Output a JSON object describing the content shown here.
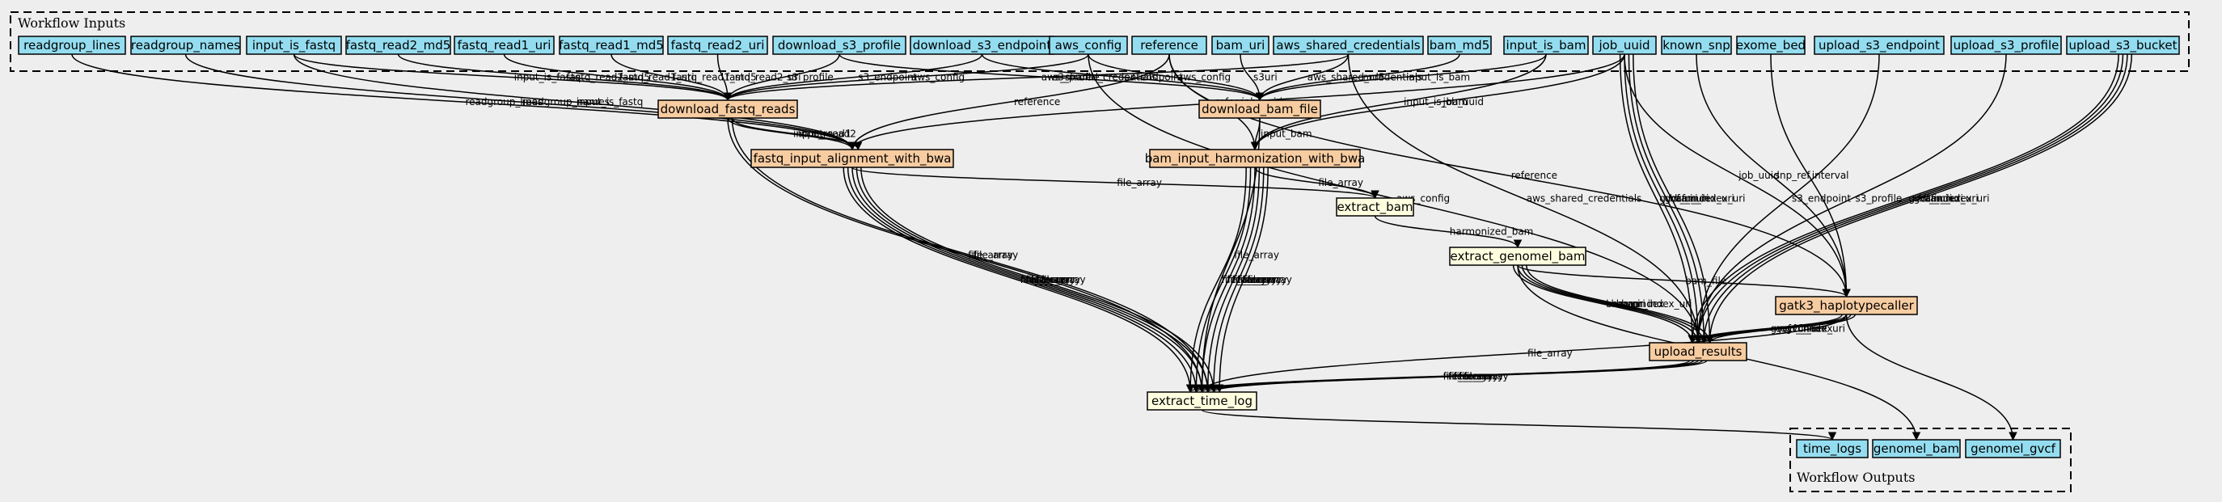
{
  "colors": {
    "background": "#eeeeee",
    "input": "#94ddf0",
    "step": "#f7cca1",
    "expression": "#ffffe0",
    "output": "#94ddf0",
    "edge": "#000000"
  },
  "clusters": {
    "inputs_label": "Workflow Inputs",
    "outputs_label": "Workflow Outputs"
  },
  "nodes": [
    {
      "id": "readgroup_lines",
      "label": "readgroup_lines",
      "kind": "input"
    },
    {
      "id": "readgroup_names",
      "label": "readgroup_names",
      "kind": "input"
    },
    {
      "id": "input_is_fastq",
      "label": "input_is_fastq",
      "kind": "input"
    },
    {
      "id": "fastq_read2_md5",
      "label": "fastq_read2_md5",
      "kind": "input"
    },
    {
      "id": "fastq_read1_uri",
      "label": "fastq_read1_uri",
      "kind": "input"
    },
    {
      "id": "fastq_read1_md5",
      "label": "fastq_read1_md5",
      "kind": "input"
    },
    {
      "id": "fastq_read2_uri",
      "label": "fastq_read2_uri",
      "kind": "input"
    },
    {
      "id": "download_s3_profile",
      "label": "download_s3_profile",
      "kind": "input"
    },
    {
      "id": "download_s3_endpoint",
      "label": "download_s3_endpoint",
      "kind": "input"
    },
    {
      "id": "aws_config",
      "label": "aws_config",
      "kind": "input"
    },
    {
      "id": "reference",
      "label": "reference",
      "kind": "input"
    },
    {
      "id": "bam_uri",
      "label": "bam_uri",
      "kind": "input"
    },
    {
      "id": "aws_shared_credentials",
      "label": "aws_shared_credentials",
      "kind": "input"
    },
    {
      "id": "bam_md5",
      "label": "bam_md5",
      "kind": "input"
    },
    {
      "id": "input_is_bam",
      "label": "input_is_bam",
      "kind": "input"
    },
    {
      "id": "job_uuid",
      "label": "job_uuid",
      "kind": "input"
    },
    {
      "id": "known_snp",
      "label": "known_snp",
      "kind": "input"
    },
    {
      "id": "exome_bed",
      "label": "exome_bed",
      "kind": "input"
    },
    {
      "id": "upload_s3_endpoint",
      "label": "upload_s3_endpoint",
      "kind": "input"
    },
    {
      "id": "upload_s3_profile",
      "label": "upload_s3_profile",
      "kind": "input"
    },
    {
      "id": "upload_s3_bucket",
      "label": "upload_s3_bucket",
      "kind": "input"
    },
    {
      "id": "download_fastq_reads",
      "label": "download_fastq_reads",
      "kind": "step"
    },
    {
      "id": "download_bam_file",
      "label": "download_bam_file",
      "kind": "step"
    },
    {
      "id": "fastq_input_alignment_with_bwa",
      "label": "fastq_input_alignment_with_bwa",
      "kind": "step"
    },
    {
      "id": "bam_input_harmonization_with_bwa",
      "label": "bam_input_harmonization_with_bwa",
      "kind": "step"
    },
    {
      "id": "extract_bam",
      "label": "extract_bam",
      "kind": "expression"
    },
    {
      "id": "extract_genomel_bam",
      "label": "extract_genomel_bam",
      "kind": "expression"
    },
    {
      "id": "gatk3_haplotypecaller",
      "label": "gatk3_haplotypecaller",
      "kind": "step"
    },
    {
      "id": "upload_results",
      "label": "upload_results",
      "kind": "step"
    },
    {
      "id": "extract_time_log",
      "label": "extract_time_log",
      "kind": "expression"
    },
    {
      "id": "time_logs",
      "label": "time_logs",
      "kind": "output"
    },
    {
      "id": "genomel_bam",
      "label": "genomel_bam",
      "kind": "output"
    },
    {
      "id": "genomel_gvcf",
      "label": "genomel_gvcf",
      "kind": "output"
    }
  ],
  "edges": [
    {
      "from": "readgroup_lines",
      "to": "fastq_input_alignment_with_bwa",
      "label": "readgroup_lines"
    },
    {
      "from": "readgroup_names",
      "to": "fastq_input_alignment_with_bwa",
      "label": "readgroup_names"
    },
    {
      "from": "input_is_fastq",
      "to": "download_fastq_reads",
      "label": "input_is_fastq"
    },
    {
      "from": "input_is_fastq",
      "to": "fastq_input_alignment_with_bwa",
      "label": "input_is_fastq"
    },
    {
      "from": "fastq_read2_md5",
      "to": "download_fastq_reads",
      "label": "fastq_read2_md5"
    },
    {
      "from": "fastq_read1_uri",
      "to": "download_fastq_reads",
      "label": "fastq_read1_uri"
    },
    {
      "from": "fastq_read1_md5",
      "to": "download_fastq_reads",
      "label": "fastq_read1_md5"
    },
    {
      "from": "fastq_read2_uri",
      "to": "download_fastq_reads",
      "label": "fastq_read2_uri"
    },
    {
      "from": "download_s3_profile",
      "to": "download_fastq_reads",
      "label": "s3_profile"
    },
    {
      "from": "download_s3_profile",
      "to": "download_bam_file",
      "label": "s3_profile"
    },
    {
      "from": "download_s3_endpoint",
      "to": "download_fastq_reads",
      "label": "s3_endpoint"
    },
    {
      "from": "download_s3_endpoint",
      "to": "download_bam_file",
      "label": "s3_endpoint"
    },
    {
      "from": "aws_config",
      "to": "download_fastq_reads",
      "label": "aws_config"
    },
    {
      "from": "aws_config",
      "to": "download_bam_file",
      "label": "aws_config"
    },
    {
      "from": "aws_config",
      "to": "upload_results",
      "label": "aws_config"
    },
    {
      "from": "reference",
      "to": "fastq_input_alignment_with_bwa",
      "label": "reference"
    },
    {
      "from": "reference",
      "to": "bam_input_harmonization_with_bwa",
      "label": "reference"
    },
    {
      "from": "reference",
      "to": "gatk3_haplotypecaller",
      "label": "reference"
    },
    {
      "from": "bam_uri",
      "to": "download_bam_file",
      "label": "s3uri"
    },
    {
      "from": "aws_shared_credentials",
      "to": "download_fastq_reads",
      "label": "aws_shared_credentials"
    },
    {
      "from": "aws_shared_credentials",
      "to": "download_bam_file",
      "label": "aws_shared_credentials"
    },
    {
      "from": "aws_shared_credentials",
      "to": "upload_results",
      "label": "aws_shared_credentials"
    },
    {
      "from": "bam_md5",
      "to": "download_bam_file",
      "label": "md5"
    },
    {
      "from": "input_is_bam",
      "to": "download_bam_file",
      "label": "input_is_bam"
    },
    {
      "from": "input_is_bam",
      "to": "bam_input_harmonization_with_bwa",
      "label": "input_is_bam"
    },
    {
      "from": "job_uuid",
      "to": "fastq_input_alignment_with_bwa",
      "label": "job_uuid"
    },
    {
      "from": "job_uuid",
      "to": "bam_input_harmonization_with_bwa",
      "label": "job_uuid"
    },
    {
      "from": "job_uuid",
      "to": "gatk3_haplotypecaller",
      "label": "job_uuid"
    },
    {
      "from": "job_uuid",
      "to": "upload_results",
      "label": "gvcf_index_uri"
    },
    {
      "from": "job_uuid",
      "to": "upload_results",
      "label": "bam_uri"
    },
    {
      "from": "job_uuid",
      "to": "upload_results",
      "label": "gvcf_uri"
    },
    {
      "from": "job_uuid",
      "to": "upload_results",
      "label": "bam_index_uri"
    },
    {
      "from": "known_snp",
      "to": "gatk3_haplotypecaller",
      "label": "snp_ref"
    },
    {
      "from": "exome_bed",
      "to": "gatk3_haplotypecaller",
      "label": "interval"
    },
    {
      "from": "upload_s3_endpoint",
      "to": "upload_results",
      "label": "s3_endpoint"
    },
    {
      "from": "upload_s3_profile",
      "to": "upload_results",
      "label": "s3_profile"
    },
    {
      "from": "upload_s3_bucket",
      "to": "upload_results",
      "label": "gvcf_uri"
    },
    {
      "from": "upload_s3_bucket",
      "to": "upload_results",
      "label": "bam_index_uri"
    },
    {
      "from": "upload_s3_bucket",
      "to": "upload_results",
      "label": "gvcf_index_uri"
    },
    {
      "from": "upload_s3_bucket",
      "to": "upload_results",
      "label": "bam_uri"
    },
    {
      "from": "download_fastq_reads",
      "to": "fastq_input_alignment_with_bwa",
      "label": "input_read1"
    },
    {
      "from": "download_fastq_reads",
      "to": "fastq_input_alignment_with_bwa",
      "label": "input_read2"
    },
    {
      "from": "download_fastq_reads",
      "to": "extract_time_log",
      "label": "file_array"
    },
    {
      "from": "download_fastq_reads",
      "to": "extract_time_log",
      "label": "file_array"
    },
    {
      "from": "download_bam_file",
      "to": "bam_input_harmonization_with_bwa",
      "label": "input_bam"
    },
    {
      "from": "download_bam_file",
      "to": "extract_time_log",
      "label": "file_array"
    },
    {
      "from": "fastq_input_alignment_with_bwa",
      "to": "extract_bam",
      "label": "file_array"
    },
    {
      "from": "fastq_input_alignment_with_bwa",
      "to": "extract_time_log",
      "label": "file_array"
    },
    {
      "from": "fastq_input_alignment_with_bwa",
      "to": "extract_time_log",
      "label": "file_array"
    },
    {
      "from": "fastq_input_alignment_with_bwa",
      "to": "extract_time_log",
      "label": "file_array"
    },
    {
      "from": "fastq_input_alignment_with_bwa",
      "to": "extract_time_log",
      "label": "file_array"
    },
    {
      "from": "fastq_input_alignment_with_bwa",
      "to": "extract_time_log",
      "label": "file_array"
    },
    {
      "from": "bam_input_harmonization_with_bwa",
      "to": "extract_bam",
      "label": "file_array"
    },
    {
      "from": "bam_input_harmonization_with_bwa",
      "to": "extract_time_log",
      "label": "file_array"
    },
    {
      "from": "bam_input_harmonization_with_bwa",
      "to": "extract_time_log",
      "label": "file_array"
    },
    {
      "from": "bam_input_harmonization_with_bwa",
      "to": "extract_time_log",
      "label": "file_array"
    },
    {
      "from": "bam_input_harmonization_with_bwa",
      "to": "extract_time_log",
      "label": "file_array"
    },
    {
      "from": "bam_input_harmonization_with_bwa",
      "to": "extract_time_log",
      "label": "file_array"
    },
    {
      "from": "bam_input_harmonization_with_bwa",
      "to": "extract_time_log",
      "label": "file_array"
    },
    {
      "from": "extract_bam",
      "to": "extract_genomel_bam",
      "label": "harmonized_bam"
    },
    {
      "from": "extract_genomel_bam",
      "to": "gatk3_haplotypecaller",
      "label": "bam_file"
    },
    {
      "from": "extract_genomel_bam",
      "to": "upload_results",
      "label": "bam_index"
    },
    {
      "from": "extract_genomel_bam",
      "to": "upload_results",
      "label": "bam"
    },
    {
      "from": "extract_genomel_bam",
      "to": "upload_results",
      "label": "bam_uri"
    },
    {
      "from": "extract_genomel_bam",
      "to": "upload_results",
      "label": "bam_index_uri"
    },
    {
      "from": "gatk3_haplotypecaller",
      "to": "upload_results",
      "label": "gvcf_index_uri"
    },
    {
      "from": "gatk3_haplotypecaller",
      "to": "upload_results",
      "label": "gvcf_index"
    },
    {
      "from": "gatk3_haplotypecaller",
      "to": "upload_results",
      "label": "gvcf"
    },
    {
      "from": "gatk3_haplotypecaller",
      "to": "upload_results",
      "label": "gvcf_uri"
    },
    {
      "from": "gatk3_haplotypecaller",
      "to": "extract_time_log",
      "label": "file_array"
    },
    {
      "from": "gatk3_haplotypecaller",
      "to": "genomel_gvcf",
      "label": ""
    },
    {
      "from": "upload_results",
      "to": "extract_time_log",
      "label": "file_array"
    },
    {
      "from": "upload_results",
      "to": "extract_time_log",
      "label": "file_array"
    },
    {
      "from": "upload_results",
      "to": "extract_time_log",
      "label": "file_array"
    },
    {
      "from": "upload_results",
      "to": "extract_time_log",
      "label": "file_array"
    },
    {
      "from": "upload_results",
      "to": "extract_time_log",
      "label": "file_array"
    },
    {
      "from": "extract_genomel_bam",
      "to": "genomel_bam",
      "label": ""
    },
    {
      "from": "extract_time_log",
      "to": "time_logs",
      "label": ""
    }
  ]
}
